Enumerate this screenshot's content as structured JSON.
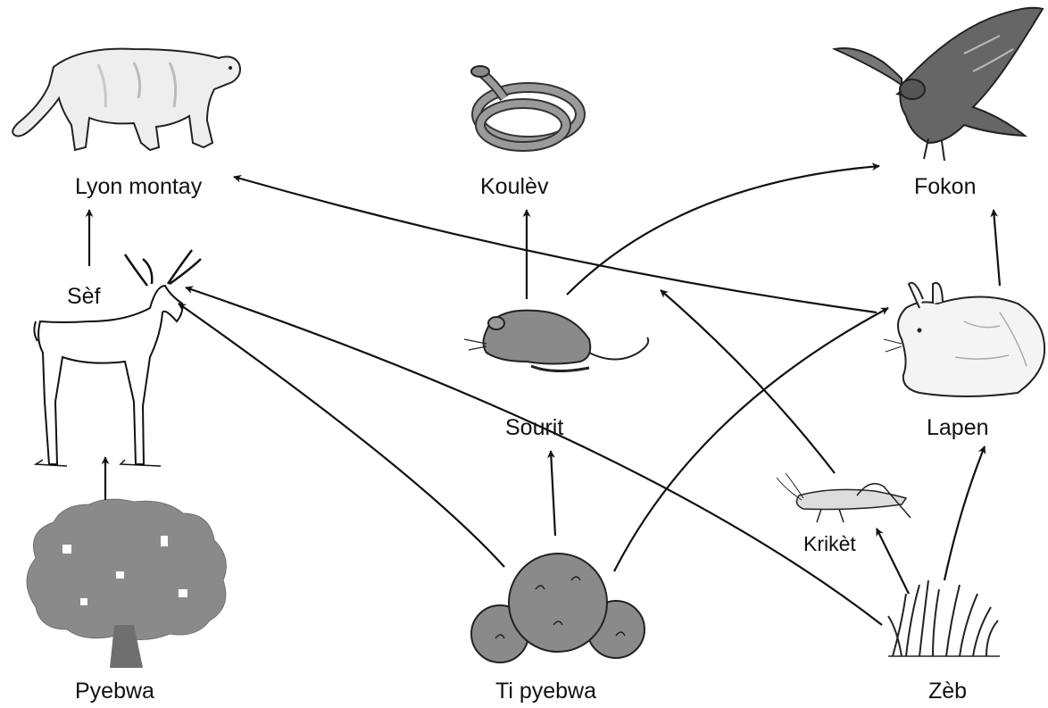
{
  "organisms": {
    "mountain_lion": "Lyon montay",
    "snake": "Koulèv",
    "hawk": "Fokon",
    "deer": "Sèf",
    "mouse": "Sourit",
    "rabbit": "Lapen",
    "cricket": "Krikèt",
    "tree": "Pyebwa",
    "shrub": "Ti pyebwa",
    "grass": "Zèb"
  },
  "links": [
    {
      "from": "Sèf",
      "to": "Lyon montay"
    },
    {
      "from": "Lapen",
      "to": "Lyon montay"
    },
    {
      "from": "Sourit",
      "to": "Koulèv"
    },
    {
      "from": "Sourit",
      "to": "Fokon"
    },
    {
      "from": "Lapen",
      "to": "Fokon"
    },
    {
      "from": "Pyebwa",
      "to": "Sèf"
    },
    {
      "from": "Ti pyebwa",
      "to": "Sèf"
    },
    {
      "from": "Zèb",
      "to": "Sèf"
    },
    {
      "from": "Ti pyebwa",
      "to": "Sourit"
    },
    {
      "from": "Krikèt",
      "to": "Sourit"
    },
    {
      "from": "Ti pyebwa",
      "to": "Lapen"
    },
    {
      "from": "Zèb",
      "to": "Lapen"
    },
    {
      "from": "Zèb",
      "to": "Krikèt"
    }
  ],
  "colors": {
    "ink": "#111111",
    "gray_fill": "#8a8a8a",
    "light_fill": "#e6e6e6"
  }
}
